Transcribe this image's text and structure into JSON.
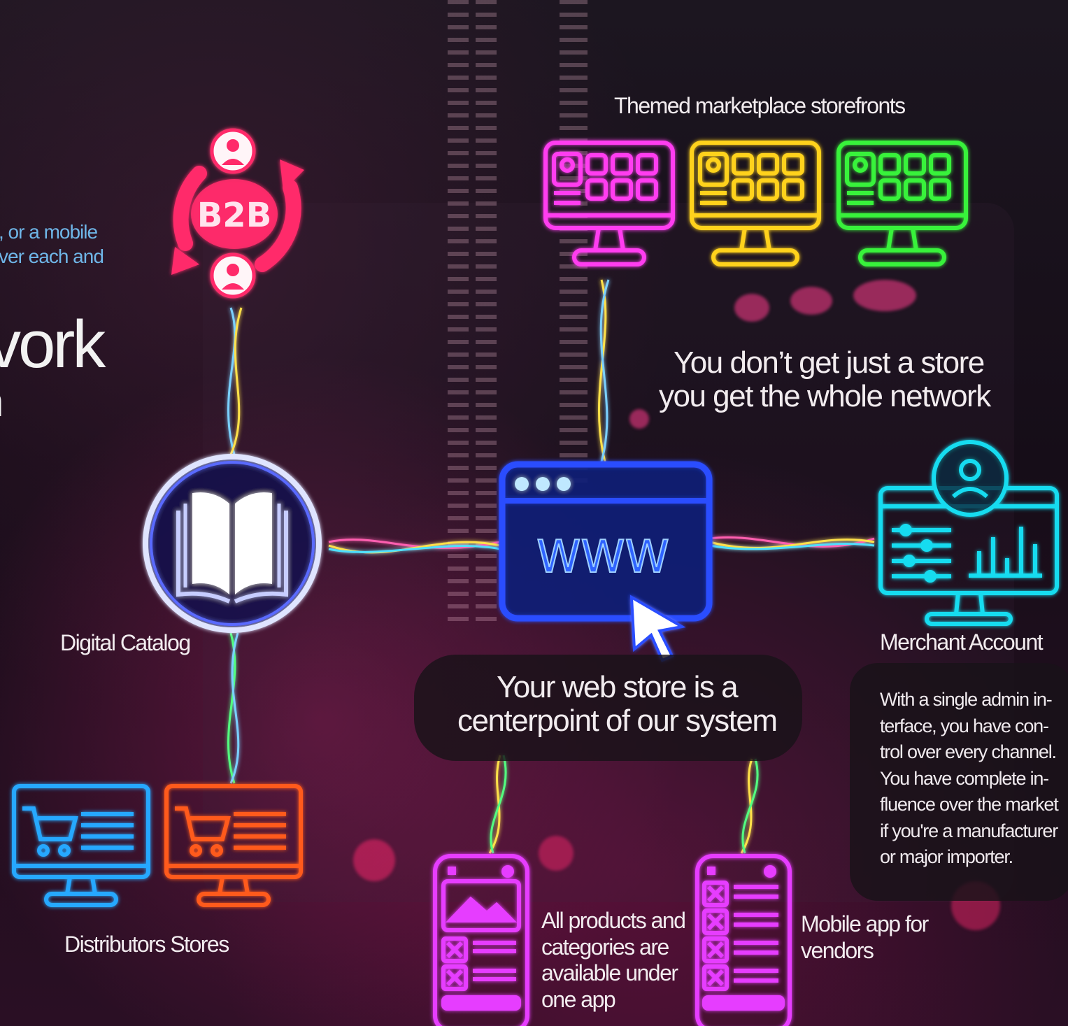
{
  "intro_partial": {
    "line1": ", or a mobile",
    "line2": "ver each and",
    "heading_fragment": "vork",
    "heading_fragment2": "n"
  },
  "diagram": {
    "themed_storefronts_label": "Themed marketplace storefronts",
    "b2b_label": "B2B",
    "headline": {
      "line1": "You don’t get just a store",
      "line2": "you get the whole network"
    },
    "digital_catalog_label": "Digital Catalog",
    "web_store_label": "WWW",
    "centerpoint": {
      "line1": "Your web store is a",
      "line2": "centerpoint of our system"
    },
    "merchant_account_label": "Merchant Account",
    "merchant_description": [
      "With a single admin in-",
      "terface, you have con-",
      "trol over every channel.",
      "You have complete in-",
      "fluence over the market",
      "if you're a manufacturer",
      "or major importer."
    ],
    "distributors_label": "Distributors Stores",
    "mobile_app_products": [
      "All products and",
      "categories are",
      "available under",
      "one app"
    ],
    "mobile_app_vendors": [
      "Mobile app for",
      "vendors"
    ]
  },
  "colors": {
    "b2b": "#ff2a6a",
    "storefront_magenta": "#ff3cf0",
    "storefront_yellow": "#ffd21e",
    "storefront_green": "#38f23a",
    "catalog": "#5a6bff",
    "webstore": "#2a4dff",
    "merchant": "#19dcf0",
    "distributor_blue": "#26a8ff",
    "distributor_orange": "#ff5a1e",
    "mobile": "#e63cff"
  },
  "icons": [
    "b2b-cycle-icon",
    "storefront-monitor-icon",
    "catalog-book-icon",
    "browser-www-icon",
    "cursor-arrow-icon",
    "merchant-dashboard-icon",
    "shop-cart-monitor-icon",
    "mobile-phone-icon"
  ]
}
